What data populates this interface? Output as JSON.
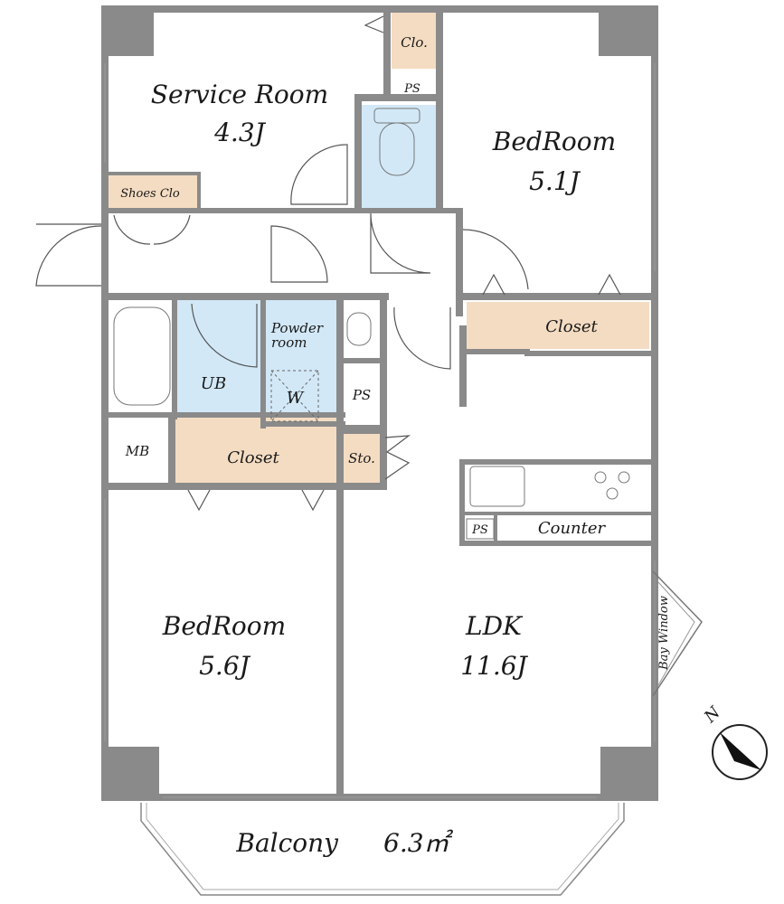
{
  "rooms": {
    "service_room": {
      "name": "Service Room",
      "size": "4.3J"
    },
    "bedroom_ne": {
      "name": "BedRoom",
      "size": "5.1J"
    },
    "bedroom_sw": {
      "name": "BedRoom",
      "size": "5.6J"
    },
    "ldk": {
      "name": "LDK",
      "size": "11.6J"
    },
    "balcony": {
      "name": "Balcony",
      "size": "6.3㎡"
    }
  },
  "labels": {
    "clo": "Clo.",
    "ps_top": "PS",
    "shoes_clo": "Shoes Clo",
    "closet_ne": "Closet",
    "powder_room_1": "Powder",
    "powder_room_2": "room",
    "washer": "W",
    "ub": "UB",
    "ps_mid": "PS",
    "mb": "MB",
    "closet_mid": "Closet",
    "sto": "Sto.",
    "ps_kitchen": "PS",
    "counter": "Counter",
    "bay_window": "Bay Window",
    "compass_north": "N"
  },
  "colors": {
    "wall": "#8a8a8a",
    "storage": "#f4dcc2",
    "wet_area": "#d2e8f7",
    "floor": "#ffffff"
  }
}
